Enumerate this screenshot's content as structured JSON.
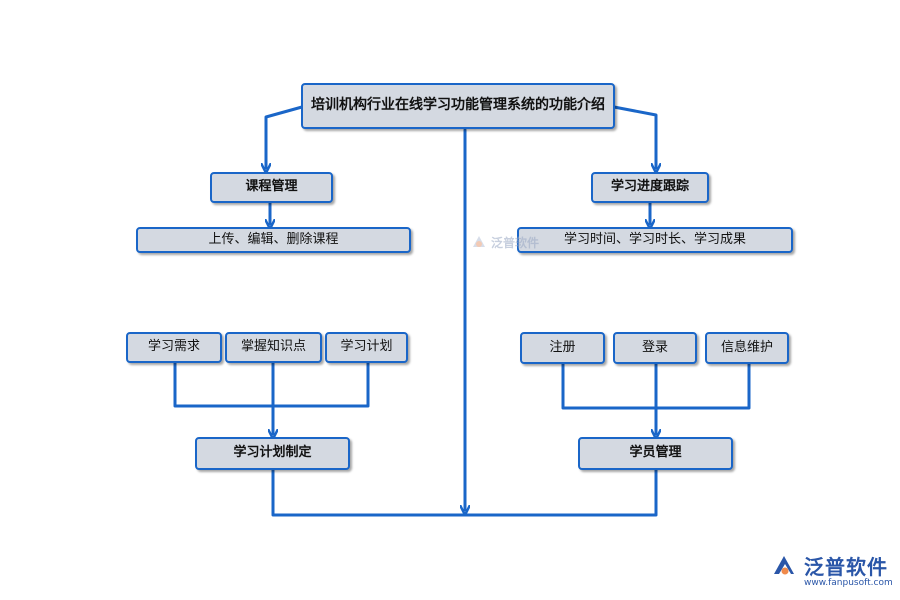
{
  "title": "培训机构行业在线学习功能管理系统的功能介绍",
  "left": {
    "course_management": "课程管理",
    "course_actions": "上传、编辑、删除课程",
    "inputs": [
      "学习需求",
      "掌握知识点",
      "学习计划"
    ],
    "plan": "学习计划制定"
  },
  "right": {
    "progress_tracking": "学习进度跟踪",
    "progress_metrics": "学习时间、学习时长、学习成果",
    "inputs": [
      "注册",
      "登录",
      "信息维护"
    ],
    "student_management": "学员管理"
  },
  "watermark": {
    "center_text": "泛普软件",
    "logo_text": "泛普软件",
    "url": "www.fanpusoft.com",
    "icon": "fanpu-logo-icon"
  },
  "colors": {
    "line": "#1a66c8",
    "node_fill": "#d4d9e1",
    "node_border": "#1a66c8"
  }
}
